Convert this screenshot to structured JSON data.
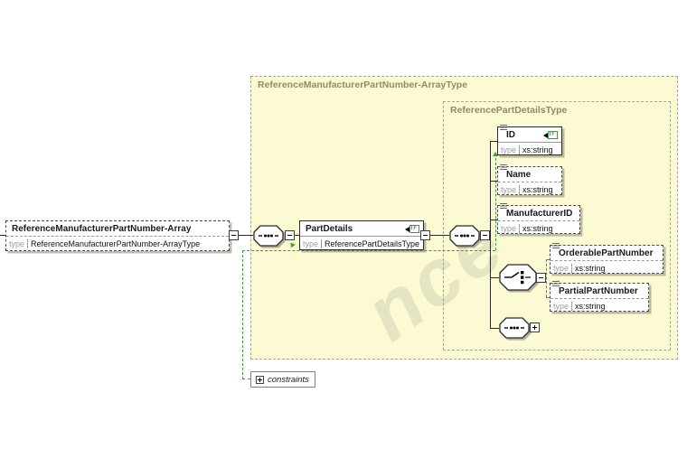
{
  "root": {
    "name": "ReferenceManufacturerPartNumber-Array",
    "type_value": "ReferenceManufacturerPartNumber-ArrayType"
  },
  "groups": {
    "outer_label": "ReferenceManufacturerPartNumber-ArrayType",
    "inner_label": "ReferencePartDetailsType"
  },
  "part_details": {
    "name": "PartDetails",
    "type_value": "ReferencePartDetailsType",
    "badge": "IF"
  },
  "children": {
    "id": {
      "name": "ID",
      "type_value": "xs:string",
      "badge": "IF"
    },
    "name": {
      "name": "Name",
      "type_value": "xs:string"
    },
    "manufacturer_id": {
      "name": "ManufacturerID",
      "type_value": "xs:string"
    },
    "orderable_part_number": {
      "name": "OrderablePartNumber",
      "type_value": "xs:string"
    },
    "partial_part_number": {
      "name": "PartialPartNumber",
      "type_value": "xs:string"
    }
  },
  "labels": {
    "type": "type",
    "constraints": "constraints"
  },
  "watermark": "nce",
  "icons": {
    "sequence": "-•••-",
    "choice": "branch-to-three-dots",
    "collapse": "−",
    "expand": "+",
    "annotation": "≡",
    "identity_badge_arrow": "◀"
  },
  "colors": {
    "group_fill": "#fcfad2",
    "group_border": "#a6a68c",
    "group_label": "#8d8d63",
    "constraint_green": "#3f9b3f",
    "line": "#2a2a2a"
  }
}
